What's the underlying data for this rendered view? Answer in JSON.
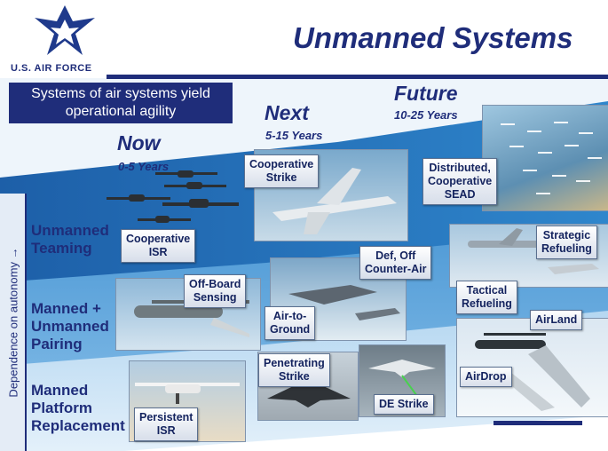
{
  "header": {
    "title": "Unmanned Systems",
    "logo_text": "U.S. AIR FORCE"
  },
  "banner": "Systems of air systems yield operational agility",
  "stages": {
    "now": {
      "title": "Now",
      "years": "0-5 Years"
    },
    "next": {
      "title": "Next",
      "years": "5-15 Years"
    },
    "future": {
      "title": "Future",
      "years": "10-25 Years"
    }
  },
  "rows": {
    "teaming": {
      "line1": "Unmanned",
      "line2": "Teaming"
    },
    "pairing": {
      "line1": "Manned +",
      "line2": "Unmanned",
      "line3": "Pairing"
    },
    "replacement": {
      "line1": "Manned",
      "line2": "Platform",
      "line3": "Replacement"
    }
  },
  "axis_label": "Dependence on autonomy →",
  "capabilities": {
    "cooperative_isr": [
      "Cooperative",
      "ISR"
    ],
    "cooperative_strike": [
      "Cooperative",
      "Strike"
    ],
    "distributed_sead": [
      "Distributed,",
      "Cooperative",
      "SEAD"
    ],
    "strategic_refueling": [
      "Strategic",
      "Refueling"
    ],
    "off_board_sensing": [
      "Off-Board",
      "Sensing"
    ],
    "def_off_counter_air": [
      "Def, Off",
      "Counter-Air"
    ],
    "air_to_ground": [
      "Air-to-",
      "Ground"
    ],
    "tactical_refueling": [
      "Tactical",
      "Refueling"
    ],
    "airland": [
      "AirLand"
    ],
    "penetrating_strike": [
      "Penetrating",
      "Strike"
    ],
    "de_strike": [
      "DE Strike"
    ],
    "airdrop": [
      "AirDrop"
    ],
    "persistent_isr": [
      "Persistent",
      "ISR"
    ]
  },
  "colors": {
    "navy": "#1f2d7a",
    "band_dark": "#1f6fb8",
    "band_light": "#6fb0e0"
  }
}
